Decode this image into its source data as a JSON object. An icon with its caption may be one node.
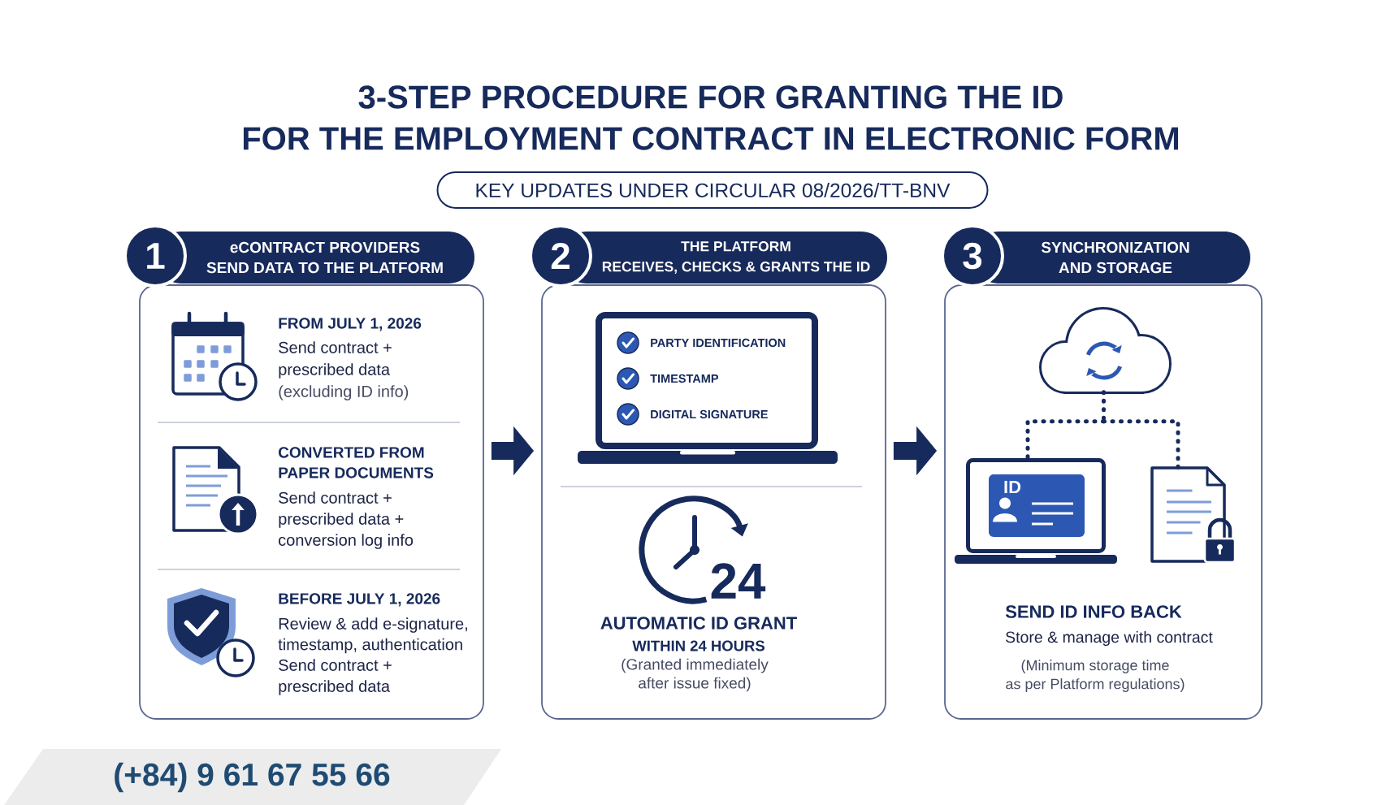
{
  "diagram": {
    "title": "3-STEP PROCEDURE FOR GRANTING THE ID FOR THE EMPLOYMENT CONTRACT IN ELECTRONIC FORM",
    "nodes": [
      {
        "text": [
          "KEY UPDATES UNDER CIRCULAR 08/2026/TT-BNV"
        ]
      },
      {
        "text": [
          "1",
          "eCONTRACT PROVIDERS SEND DATA TO THE PLATFORM",
          "FROM JULY 1, 2026",
          "Send contract + prescribed data",
          "(excluding ID info)",
          "CONVERTED FROM PAPER DOCUMENTS",
          "Send contract + prescribed data + conversion log info",
          "BEFORE JULY 1, 2026",
          "Review & add e-signature, timestamp, authentication",
          "Send contract + prescribed data"
        ]
      },
      {
        "text": [
          "2",
          "THE PLATFORM RECEIVES, CHECKS & GRANTS THE ID",
          "24",
          "AUTOMATIC ID GRANT",
          "WITHIN 24 HOURS",
          "(Granted immediately after issue fixed)"
        ]
      },
      {
        "text": [
          "PARTY IDENTIFICATION",
          "TIMESTAMP",
          "DIGITAL SIGNATURE"
        ],
        "in": 2
      },
      {
        "text": [
          "3",
          "SYNCHRONIZATION AND STORAGE",
          "SEND ID INFO BACK",
          "Store & manage with contract",
          "(Minimum storage time as per Platform regulations)"
        ]
      },
      {
        "text": [],
        "shape": "cloud",
        "in": 4
      },
      {
        "text": [],
        "shape": "picture",
        "in": 4
      },
      {
        "text": [
          "ID"
        ],
        "in": 6
      },
      {
        "text": [],
        "shape": "picture",
        "in": 4
      },
      {
        "text": [
          "(+84) 9 61 67 55 66"
        ]
      }
    ],
    "edges": [
      {
        "from": 1,
        "to": 2,
        "arrow": "to",
        "style": "thick"
      },
      {
        "from": 2,
        "to": 4,
        "arrow": "to",
        "style": "thick"
      },
      {
        "from": 5,
        "to": 6,
        "arrow": "none",
        "style": "dashed"
      },
      {
        "from": 5,
        "to": 8,
        "arrow": "none",
        "style": "dashed"
      }
    ]
  }
}
